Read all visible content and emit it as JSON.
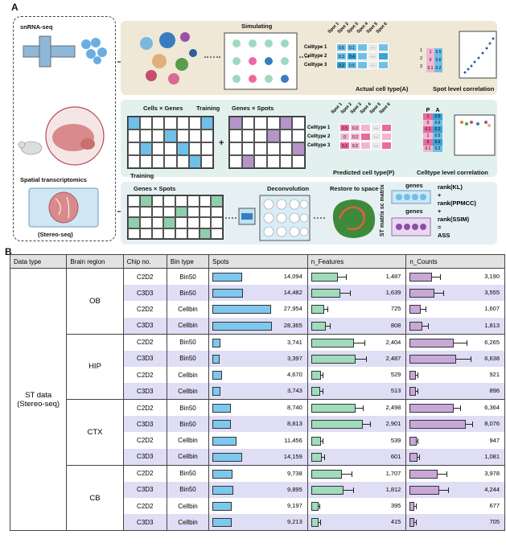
{
  "panel_a": {
    "letter": "A",
    "sn_label": "snRNA-seq",
    "spatial_label": "Spatial transcriptomics",
    "stereo_label": "(Stereo-seq)",
    "simulating": "Simulating",
    "cells_genes": "Cells × Genes",
    "training": "Training",
    "genes_spots_1": "Genes × Spots",
    "training2": "Training",
    "genes_spots_2": "Genes × Spots",
    "deconvolution": "Deconvolution",
    "restore": "Restore to space",
    "actual": "Actual cell type(A)",
    "predicted": "Predicted cell type(P)",
    "spot_corr": "Spot level correlation",
    "celltype_corr": "Celltype level correlation",
    "st_matrix": "ST matrix sc matrix",
    "genes_a": "genes",
    "genes_b": "genes",
    "spot_headers": [
      "Spot 1",
      "Spot 2",
      "Spot 3",
      "Spot 4",
      "Spot 5",
      "Spot 6"
    ],
    "celltypes": [
      "Celltype 1",
      "Celltype 2",
      "Celltype 3"
    ],
    "actual_vals": [
      [
        "0.6",
        "0.1",
        "",
        "···",
        ""
      ],
      [
        "0.3",
        "0.4",
        "",
        "···",
        ""
      ],
      [
        "0.2",
        "0.5",
        "",
        "···",
        ""
      ]
    ],
    "pred_vals": [
      [
        "0.5",
        "0.3",
        "",
        "···",
        ""
      ],
      [
        "0",
        "0.2",
        "",
        "···",
        ""
      ],
      [
        "0.2",
        "0.2",
        "",
        "···",
        ""
      ]
    ],
    "pa_header": [
      "P",
      "A"
    ],
    "pa_vals": [
      [
        "1",
        "0.5"
      ],
      [
        "0",
        "0.6"
      ],
      [
        "0.1",
        "0.2"
      ]
    ],
    "row_index": [
      "1",
      "2",
      "3"
    ],
    "col_index": [
      "1",
      "0.5"
    ],
    "plus": "+",
    "metrics": [
      "rank(KL)",
      "+",
      "rank(PPMCC)",
      "+",
      "rank(SSIM)",
      "=",
      "ASS"
    ]
  },
  "panel_b": {
    "letter": "B",
    "headers": [
      "Data type",
      "Brain region",
      "Chip no.",
      "Bin type",
      "Spots",
      "n_Features",
      "n_Counts"
    ],
    "data_type": "ST data\n(Stereo-seq)",
    "groups": [
      {
        "region": "OB",
        "rows": [
          {
            "chip": "C2D2",
            "bin": "Bin50",
            "spots": "14,094",
            "features": "1,487",
            "counts": "3,190",
            "sv": 14094,
            "fv": 1487,
            "fe": 500,
            "cv": 3190,
            "ce": 1300
          },
          {
            "chip": "C3D3",
            "bin": "Bin50",
            "spots": "14,482",
            "features": "1,639",
            "counts": "3,555",
            "sv": 14482,
            "fv": 1639,
            "fe": 550,
            "cv": 3555,
            "ce": 1400
          },
          {
            "chip": "C2D2",
            "bin": "Cellbin",
            "spots": "27,954",
            "features": "725",
            "counts": "1,607",
            "sv": 27954,
            "fv": 725,
            "fe": 250,
            "cv": 1607,
            "ce": 800
          },
          {
            "chip": "C3D3",
            "bin": "Cellbin",
            "spots": "28,365",
            "features": "808",
            "counts": "1,813",
            "sv": 28365,
            "fv": 808,
            "fe": 280,
            "cv": 1813,
            "ce": 900
          }
        ]
      },
      {
        "region": "HIP",
        "rows": [
          {
            "chip": "C2D2",
            "bin": "Bin50",
            "spots": "3,741",
            "features": "2,404",
            "counts": "6,265",
            "sv": 3741,
            "fv": 2404,
            "fe": 600,
            "cv": 6265,
            "ce": 2000
          },
          {
            "chip": "C3D3",
            "bin": "Bin50",
            "spots": "3,397",
            "features": "2,487",
            "counts": "6,638",
            "sv": 3397,
            "fv": 2487,
            "fe": 620,
            "cv": 6638,
            "ce": 2200
          },
          {
            "chip": "C2D2",
            "bin": "Cellbin",
            "spots": "4,670",
            "features": "529",
            "counts": "921",
            "sv": 4670,
            "fv": 529,
            "fe": 150,
            "cv": 921,
            "ce": 300
          },
          {
            "chip": "C3D3",
            "bin": "Cellbin",
            "spots": "3,743",
            "features": "513",
            "counts": "896",
            "sv": 3743,
            "fv": 513,
            "fe": 150,
            "cv": 896,
            "ce": 300
          }
        ]
      },
      {
        "region": "CTX",
        "rows": [
          {
            "chip": "C2D2",
            "bin": "Bin50",
            "spots": "8,740",
            "features": "2,498",
            "counts": "6,364",
            "sv": 8740,
            "fv": 2498,
            "fe": 450,
            "cv": 6364,
            "ce": 1000
          },
          {
            "chip": "C3D3",
            "bin": "Bin50",
            "spots": "8,813",
            "features": "2,901",
            "counts": "8,076",
            "sv": 8813,
            "fv": 2901,
            "fe": 450,
            "cv": 8076,
            "ce": 1000
          },
          {
            "chip": "C2D2",
            "bin": "Cellbin",
            "spots": "11,456",
            "features": "539",
            "counts": "947",
            "sv": 11456,
            "fv": 539,
            "fe": 150,
            "cv": 947,
            "ce": 300
          },
          {
            "chip": "C3D3",
            "bin": "Cellbin",
            "spots": "14,159",
            "features": "601",
            "counts": "1,081",
            "sv": 14159,
            "fv": 601,
            "fe": 170,
            "cv": 1081,
            "ce": 350
          }
        ]
      },
      {
        "region": "CB",
        "rows": [
          {
            "chip": "C2D2",
            "bin": "Bin50",
            "spots": "9,738",
            "features": "1,707",
            "counts": "3,978",
            "sv": 9738,
            "fv": 1707,
            "fe": 600,
            "cv": 3978,
            "ce": 1400
          },
          {
            "chip": "C3D3",
            "bin": "Bin50",
            "spots": "9,895",
            "features": "1,812",
            "counts": "4,244",
            "sv": 9895,
            "fv": 1812,
            "fe": 600,
            "cv": 4244,
            "ce": 1400
          },
          {
            "chip": "C2D2",
            "bin": "Cellbin",
            "spots": "9,197",
            "features": "395",
            "counts": "677",
            "sv": 9197,
            "fv": 395,
            "fe": 120,
            "cv": 677,
            "ce": 250
          },
          {
            "chip": "C3D3",
            "bin": "Cellbin",
            "spots": "9,213",
            "features": "415",
            "counts": "705",
            "sv": 9213,
            "fv": 415,
            "fe": 120,
            "cv": 705,
            "ce": 250
          }
        ]
      }
    ]
  },
  "colors": {
    "spots": "#7ec8ef",
    "features": "#9fdcbc",
    "counts": "#c9a8d8",
    "shade": "#e0def5"
  }
}
